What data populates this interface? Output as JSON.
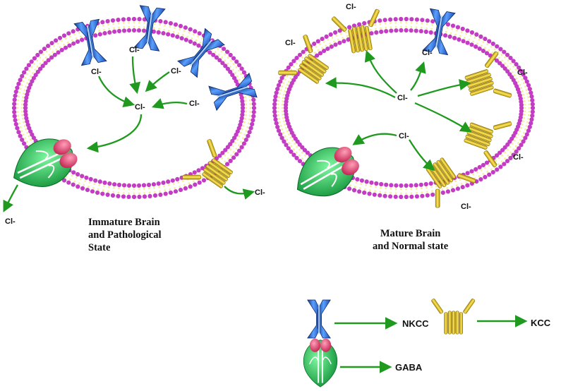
{
  "ion_label": "Cl-",
  "captions": {
    "left": [
      "Immature Brain",
      "and Pathological",
      "State"
    ],
    "right": [
      "Mature Brain",
      "and Normal state"
    ]
  },
  "legend": {
    "nkcc": "NKCC",
    "kcc": "KCC",
    "gaba": "GABA"
  },
  "colors": {
    "membrane": "#c23cc4",
    "membrane_inner": "#f3ef9b",
    "arrow": "#1f9a1f",
    "nkcc": "#2a62d0",
    "kcc": "#d9c12b",
    "gaba_body": "#18b84a",
    "gaba_pink": "#e0476e"
  }
}
